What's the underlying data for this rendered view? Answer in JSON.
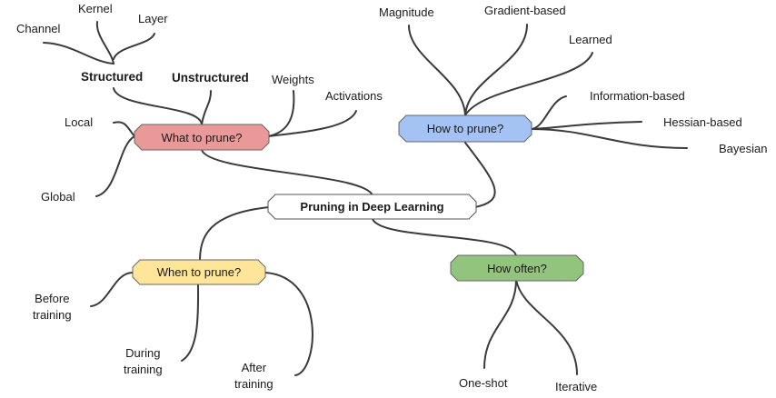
{
  "root": {
    "label": "Pruning in Deep Learning",
    "color": "#ffffff"
  },
  "branches": [
    {
      "id": "what",
      "label": "What to prune?",
      "color": "#ea9999",
      "children": [
        "Structured",
        "Unstructured",
        "Weights",
        "Activations",
        "Local",
        "Global"
      ],
      "sub": {
        "Structured": [
          "Channel",
          "Kernel",
          "Layer"
        ]
      }
    },
    {
      "id": "how",
      "label": "How to prune?",
      "color": "#a4c2f4",
      "children": [
        "Magnitude",
        "Gradient-based",
        "Learned",
        "Information-based",
        "Hessian-based",
        "Bayesian"
      ]
    },
    {
      "id": "when",
      "label": "When to prune?",
      "color": "#ffe599",
      "children": [
        "Before training",
        "During training",
        "After training"
      ]
    },
    {
      "id": "often",
      "label": "How often?",
      "color": "#93c47d",
      "children": [
        "One-shot",
        "Iterative"
      ]
    }
  ],
  "labels": {
    "channel": "Channel",
    "kernel": "Kernel",
    "layer": "Layer",
    "structured": "Structured",
    "unstructured": "Unstructured",
    "weights": "Weights",
    "activations": "Activations",
    "local": "Local",
    "global": "Global",
    "magnitude": "Magnitude",
    "gradient": "Gradient-based",
    "learned": "Learned",
    "information": "Information-based",
    "hessian": "Hessian-based",
    "bayesian": "Bayesian",
    "before_1": "Before",
    "before_2": "training",
    "during_1": "During",
    "during_2": "training",
    "after_1": "After",
    "after_2": "training",
    "oneshot": "One-shot",
    "iterative": "Iterative"
  }
}
